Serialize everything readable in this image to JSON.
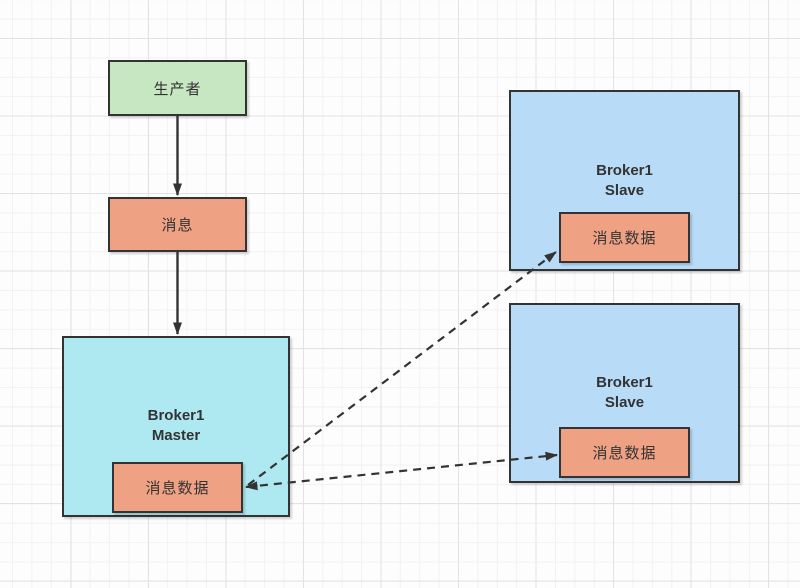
{
  "nodes": {
    "producer": {
      "label": "生产者"
    },
    "message": {
      "label": "消息"
    },
    "master": {
      "line1": "Broker1",
      "line2": "Master",
      "data_label": "消息数据"
    },
    "slave1": {
      "line1": "Broker1",
      "line2": "Slave",
      "data_label": "消息数据"
    },
    "slave2": {
      "line1": "Broker1",
      "line2": "Slave",
      "data_label": "消息数据"
    }
  },
  "edges": [
    {
      "from": "producer",
      "to": "message",
      "style": "solid",
      "arrows": "end"
    },
    {
      "from": "message",
      "to": "master",
      "style": "solid",
      "arrows": "end"
    },
    {
      "from": "master-data",
      "to": "slave1-data",
      "style": "dashed",
      "arrows": "end"
    },
    {
      "from": "master-data",
      "to": "slave2-data",
      "style": "dashed",
      "arrows": "both"
    }
  ],
  "colors": {
    "producer_fill": "#c7e7c2",
    "message_fill": "#eea183",
    "master_fill": "#aee9f2",
    "slave_fill": "#b8dcf8",
    "data_fill": "#eea183",
    "border": "#333333",
    "connector": "#333333",
    "text": "#333333"
  }
}
